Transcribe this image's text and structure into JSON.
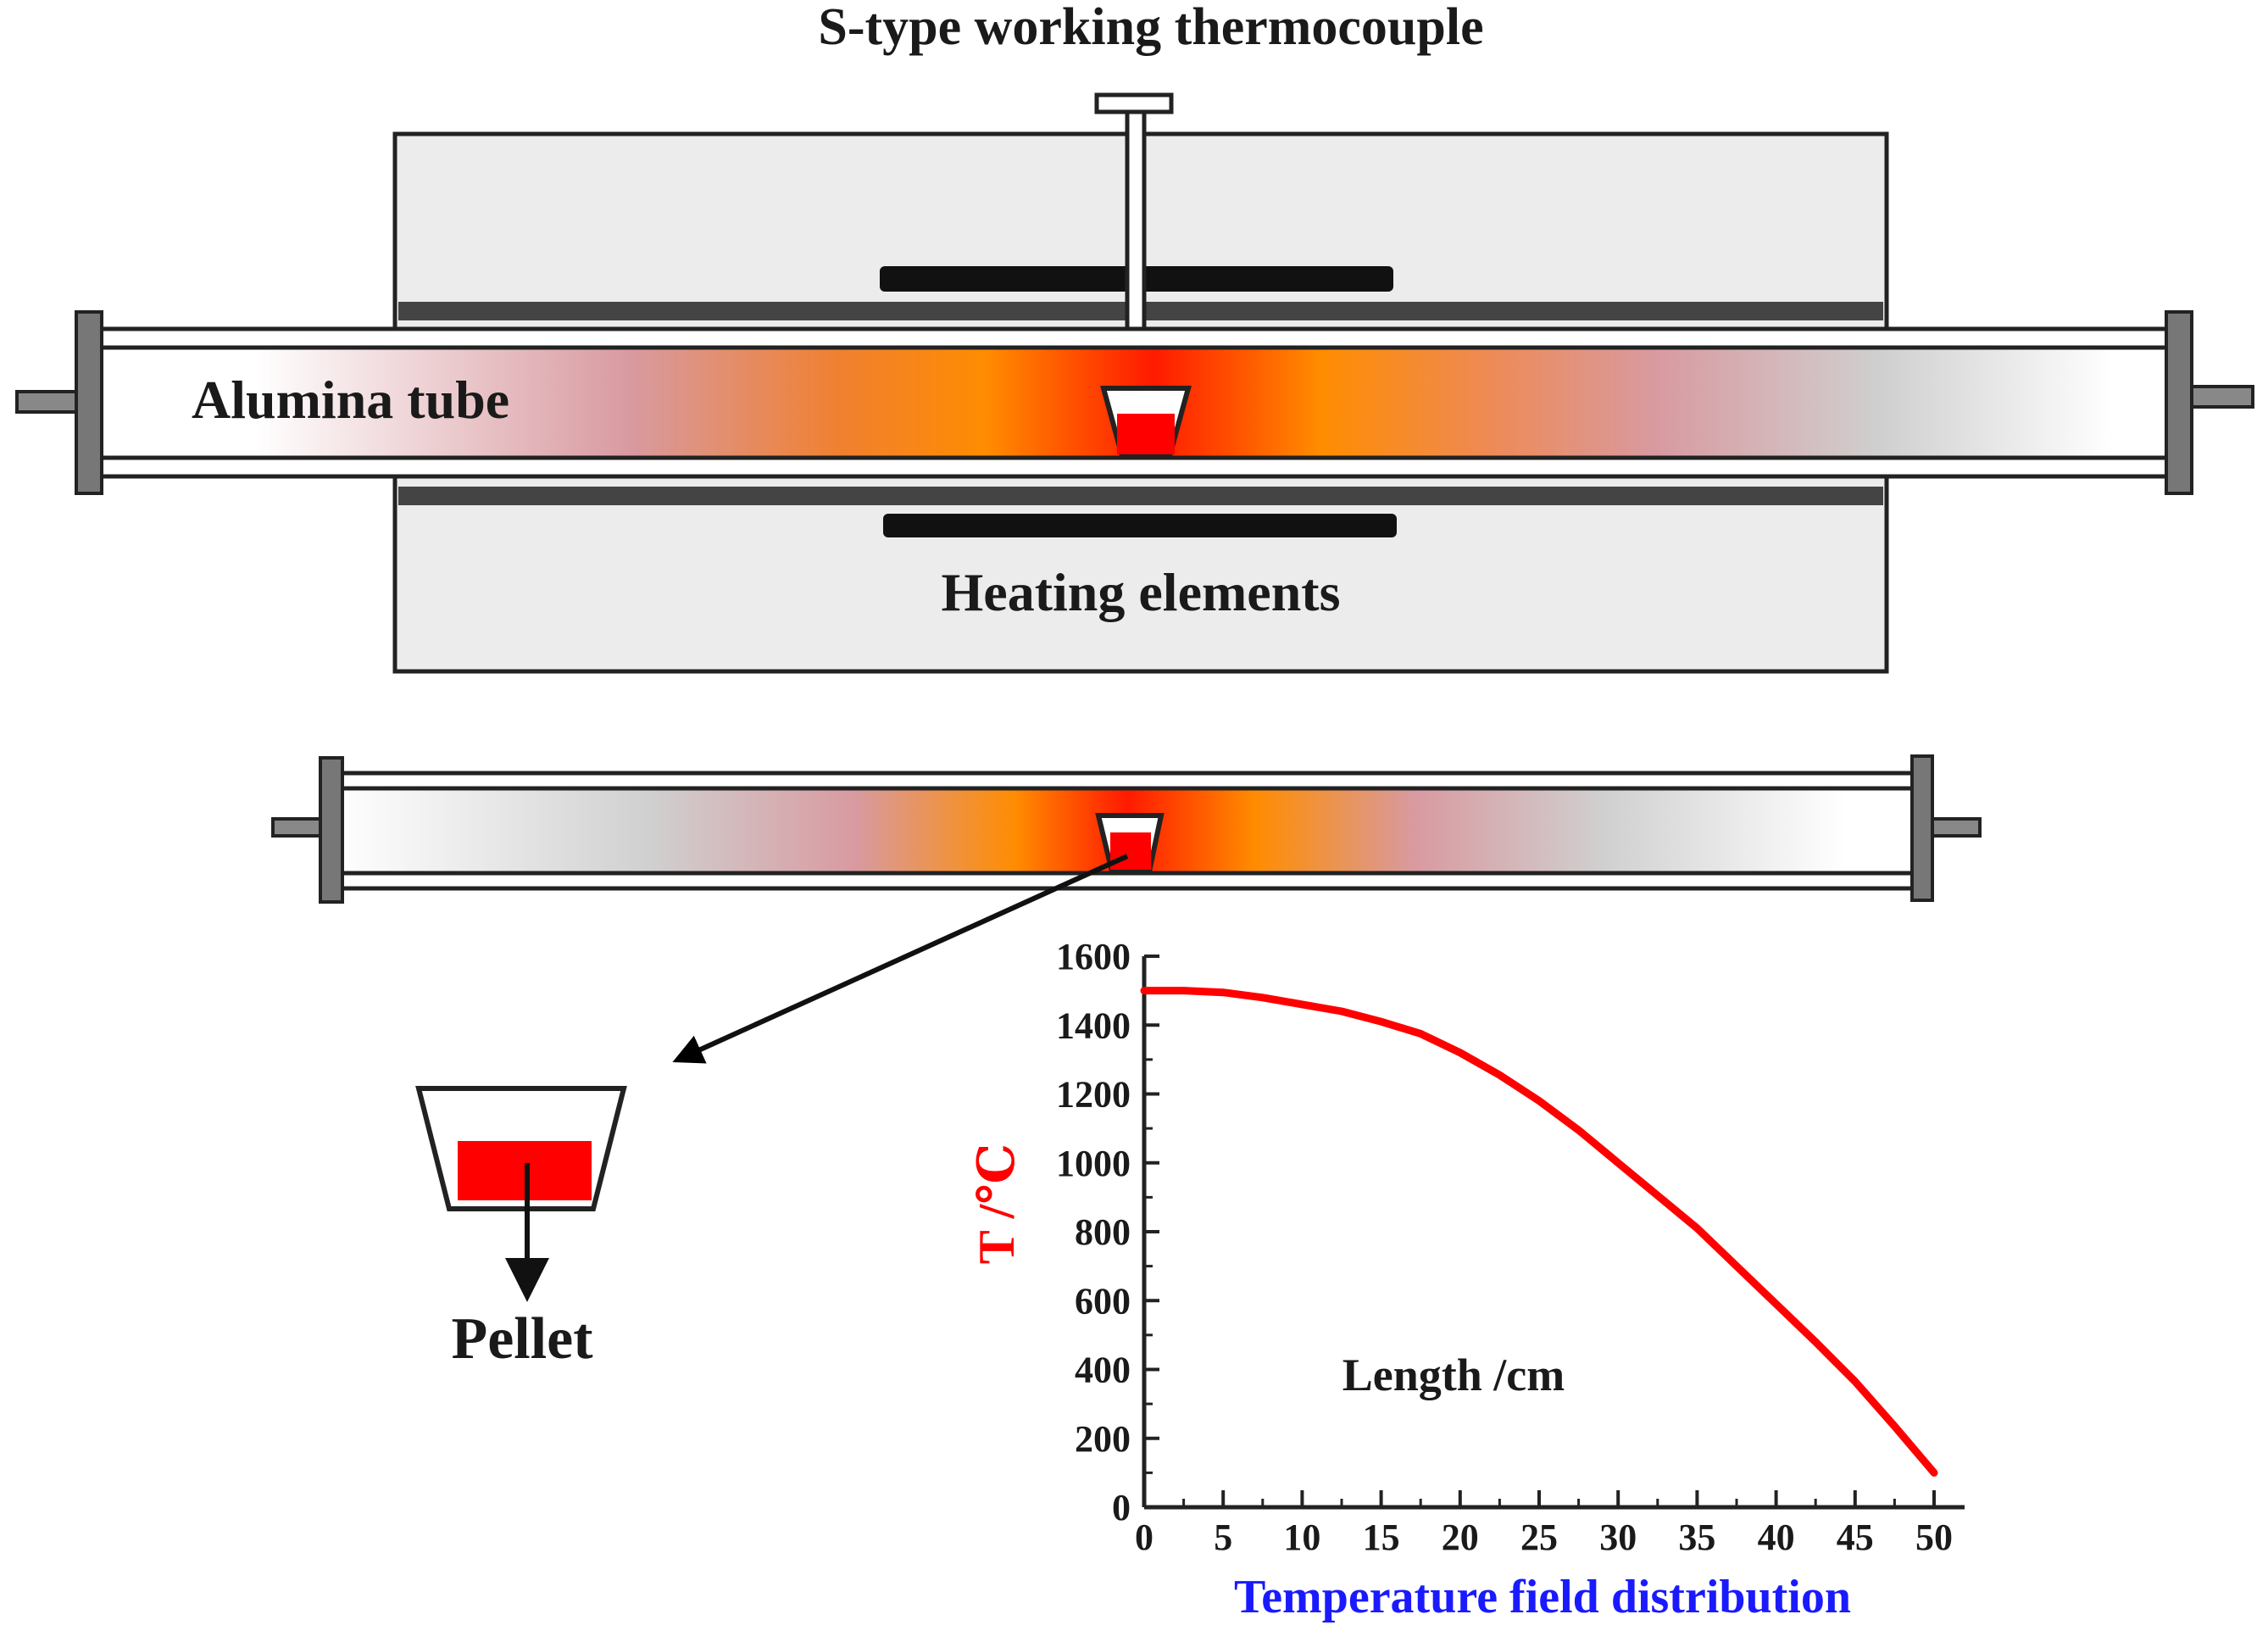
{
  "labels": {
    "thermocouple": "S-type working thermocouple",
    "alumina_tube": "Alumina tube",
    "heating_elements": "Heating elements",
    "pellet": "Pellet"
  },
  "colors": {
    "hot_red": "#ff1a00",
    "hot_orange": "#ff8c00",
    "warm_pink": "#d89aa0",
    "cool_gray": "#d8d8d8",
    "furnace_body": "#ececec",
    "pellet_red": "#ff0000",
    "curve": "#ff0000",
    "ylabel_color": "#ff0000",
    "caption_color": "#1a1aff"
  },
  "chart_data": {
    "type": "line",
    "xlabel": "Length /cm",
    "ylabel": "T /℃",
    "caption": "Temperature field distribution",
    "xlim": [
      0,
      50
    ],
    "ylim": [
      0,
      1600
    ],
    "x_ticks": [
      "0",
      "5",
      "10",
      "15",
      "20",
      "25",
      "30",
      "35",
      "40",
      "45",
      "50"
    ],
    "y_ticks": [
      "0",
      "200",
      "400",
      "600",
      "800",
      "1000",
      "1200",
      "1400",
      "1600"
    ],
    "series": [
      {
        "x": [
          0,
          2.5,
          5,
          7.5,
          10,
          12.5,
          15,
          17.5,
          20,
          22.5,
          25,
          27.5,
          30,
          32.5,
          35,
          37.5,
          40,
          42.5,
          45,
          47.5,
          50
        ],
        "y": [
          1500,
          1500,
          1495,
          1480,
          1460,
          1440,
          1410,
          1375,
          1320,
          1255,
          1180,
          1095,
          1000,
          905,
          810,
          700,
          590,
          480,
          365,
          235,
          100
        ]
      }
    ]
  }
}
